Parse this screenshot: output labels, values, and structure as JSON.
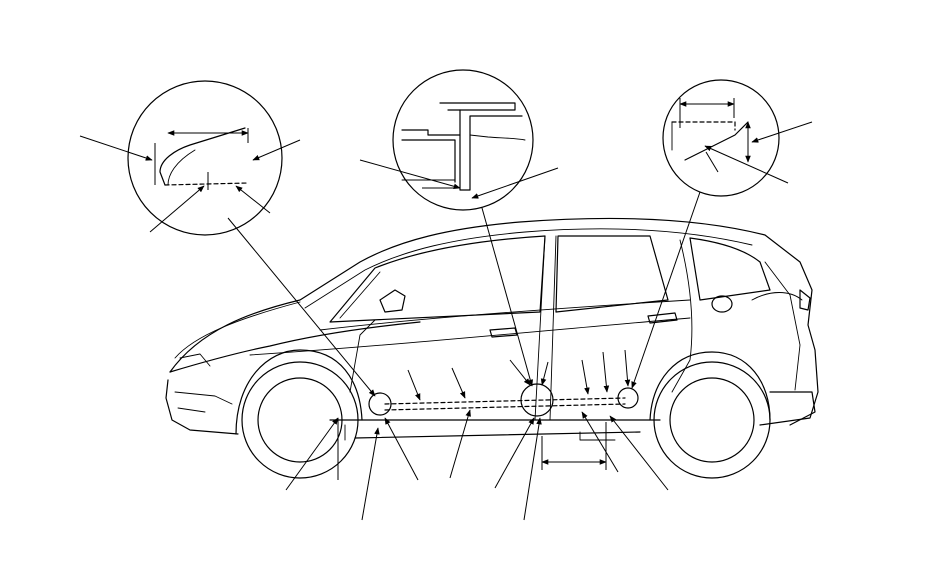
{
  "figure": {
    "description_visible_text": [],
    "colors": {
      "ink": "#000000",
      "paper": "#ffffff"
    },
    "detail_views": [
      "front-sill-seal-detail",
      "center-sill-seal-detail",
      "rear-sill-seal-detail"
    ]
  }
}
